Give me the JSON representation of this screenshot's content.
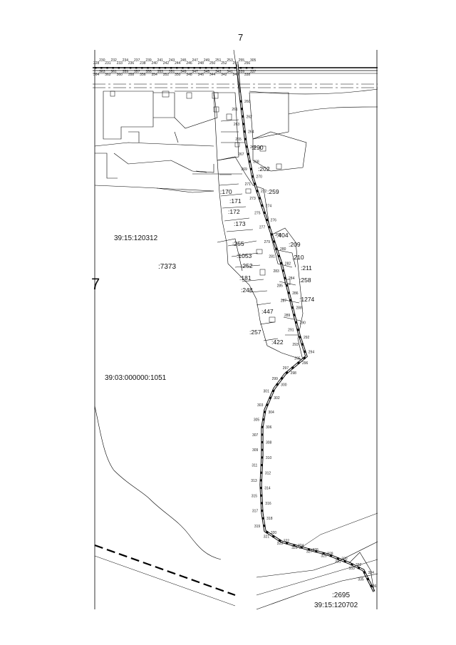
{
  "page_number": "7",
  "side_mark": "7",
  "quarters": [
    {
      "id": "q1",
      "label": "39:15:120312"
    },
    {
      "id": "q2",
      "label": ":7373"
    },
    {
      "id": "q3",
      "label": "39:03:000000:1051"
    },
    {
      "id": "q4",
      "label": ":2695"
    },
    {
      "id": "q5",
      "label": "39:15:120702"
    }
  ],
  "parcels": [
    ":290",
    ":202",
    ":170",
    ":259",
    ":171",
    ":172",
    ":173",
    ":404",
    ":209",
    ":255",
    ":1053",
    ":210",
    ":252",
    ":211",
    ":181",
    ":258",
    ":248",
    ":1274",
    ":447",
    ":257",
    ":422"
  ],
  "top_points": [
    "228",
    "230",
    "231",
    "232",
    "233",
    "234",
    "236",
    "237",
    "238",
    "239",
    "240",
    "241",
    "242",
    "243",
    "244",
    "245",
    "246",
    "247",
    "248",
    "249",
    "250",
    "251",
    "252",
    "253",
    "254",
    "255",
    "256",
    "305",
    "364",
    "363",
    "362",
    "361",
    "360",
    "359",
    "358",
    "357",
    "356",
    "355",
    "354",
    "353",
    "352",
    "351",
    "350",
    "349",
    "348",
    "347",
    "346",
    "345",
    "344",
    "343",
    "342",
    "341",
    "340",
    "339",
    "338",
    "337"
  ],
  "route_points": [
    "260",
    "261",
    "262",
    "263",
    "264",
    "265",
    "266",
    "267",
    "268",
    "269",
    "270",
    "271",
    "272",
    "273",
    "274",
    "275",
    "276",
    "277",
    "278",
    "279",
    "280",
    "281",
    "282",
    "283",
    "284",
    "285",
    "286",
    "287",
    "288",
    "289",
    "290",
    "291",
    "292",
    "293",
    "294",
    "295",
    "296",
    "297",
    "298",
    "299",
    "300",
    "301",
    "302",
    "303",
    "304",
    "305",
    "306",
    "307",
    "308",
    "309",
    "310",
    "311",
    "312",
    "313",
    "314",
    "315",
    "316",
    "317",
    "318",
    "319",
    "320",
    "321",
    "322",
    "323",
    "324",
    "325",
    "326",
    "327",
    "328",
    "329",
    "330",
    "331",
    "332",
    "333",
    "334",
    "335",
    "336"
  ]
}
